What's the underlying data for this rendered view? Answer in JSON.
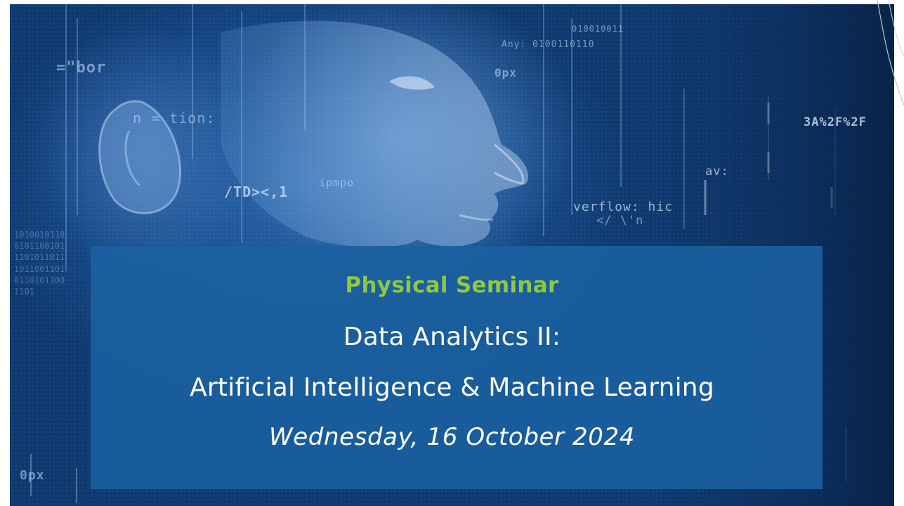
{
  "event": {
    "type_label": "Physical Seminar",
    "title_line_1": "Data Analytics II:",
    "title_line_2": "Artificial Intelligence & Machine Learning",
    "date": "Wednesday, 16 October 2024"
  },
  "background": {
    "code_snippets": [
      "=\"bor",
      "n = tion:",
      "/TD><,1",
      "Any: 0100110110",
      "0px",
      "010010011",
      "verflow: hic",
      "</ \\'n",
      "av:",
      "3A%2F%2F",
      "ipmpo",
      "0px"
    ],
    "binary_rows": [
      "1010010110",
      "0101100101",
      "1101011011",
      "1011001101",
      "0110101100",
      "1101"
    ]
  },
  "colors": {
    "accent_green": "#8fc743",
    "banner_blue": "#1b60a0",
    "hero_dark": "#0a2d5a",
    "text": "#ffffff"
  }
}
